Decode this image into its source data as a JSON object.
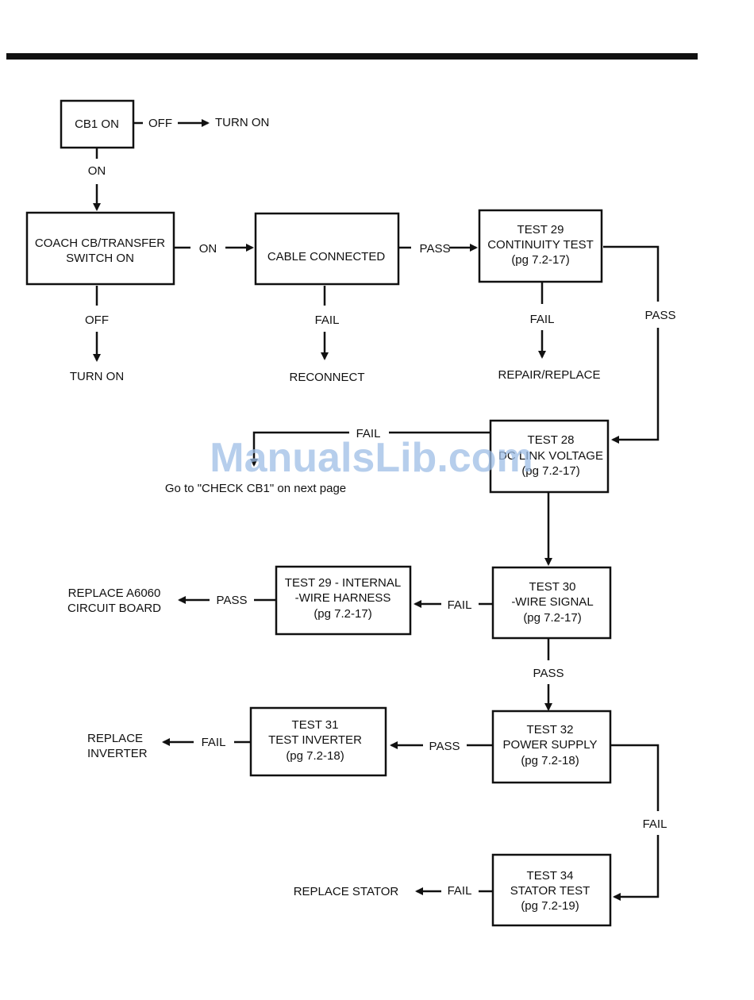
{
  "boxes": {
    "cb1": [
      "CB1 ON"
    ],
    "coach": [
      "COACH CB/TRANSFER",
      "SWITCH ON"
    ],
    "cable": [
      "CABLE CONNECTED"
    ],
    "test29": [
      "TEST 29",
      "CONTINUITY TEST",
      "(pg 7.2-17)"
    ],
    "test28": [
      "TEST 28",
      "DC LINK VOLTAGE",
      "(pg 7.2-17)"
    ],
    "test30": [
      "TEST 30",
      "-WIRE SIGNAL",
      "(pg 7.2-17)"
    ],
    "test29b": [
      "TEST 29 - INTERNAL",
      "-WIRE HARNESS",
      "(pg 7.2-17)"
    ],
    "test32": [
      "TEST 32",
      "POWER SUPPLY",
      "(pg 7.2-18)"
    ],
    "test31": [
      "TEST 31",
      "TEST INVERTER",
      "(pg 7.2-18)"
    ],
    "test34": [
      "TEST 34",
      "STATOR TEST",
      "(pg 7.2-19)"
    ]
  },
  "labels": {
    "cb1_off": "OFF",
    "cb1_on": "ON",
    "coach_on": "ON",
    "coach_off": "OFF",
    "cable_pass": "PASS",
    "cable_fail": "FAIL",
    "test29_fail": "FAIL",
    "test29_pass": "PASS",
    "test28_fail": "FAIL",
    "test30_fail": "FAIL",
    "test29b_pass": "PASS",
    "test30_pass": "PASS",
    "test32_pass": "PASS",
    "test31_fail": "FAIL",
    "test32_fail": "FAIL",
    "test34_fail": "FAIL"
  },
  "outcomes": {
    "turn_on_1": "TURN ON",
    "turn_on_2": "TURN ON",
    "reconnect": "RECONNECT",
    "repair_replace": "REPAIR/REPLACE",
    "goto_check": "Go to \"CHECK CB1\" on next page",
    "replace_board": [
      "REPLACE A6060",
      "CIRCUIT BOARD"
    ],
    "replace_inverter": [
      "REPLACE",
      "INVERTER"
    ],
    "replace_stator": "REPLACE STATOR"
  },
  "watermark": "ManualsLib.com"
}
